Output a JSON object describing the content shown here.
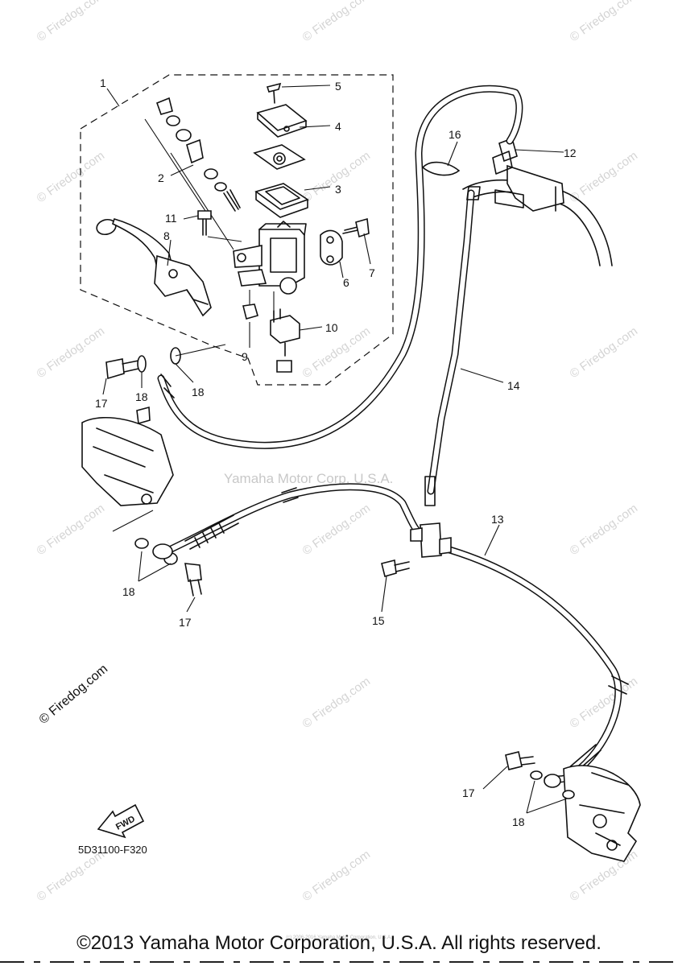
{
  "watermark": {
    "text": "© Firedog.com"
  },
  "center_watermark": "Yamaha Motor Corp. U.S.A.",
  "left_watermark": "© Firedog.com",
  "diagram_code": "5D31100-F320",
  "fwd_label": "FWD",
  "copyright": "©2013 Yamaha Motor Corporation, U.S.A. All rights reserved.",
  "tiny_note": "(c) 2006-2016 Yamaha Motor Corporation, U.S.A.",
  "callouts": [
    {
      "id": "c1",
      "text": "1"
    },
    {
      "id": "c2",
      "text": "2"
    },
    {
      "id": "c3",
      "text": "3"
    },
    {
      "id": "c4",
      "text": "4"
    },
    {
      "id": "c5",
      "text": "5"
    },
    {
      "id": "c6",
      "text": "6"
    },
    {
      "id": "c7",
      "text": "7"
    },
    {
      "id": "c8",
      "text": "8"
    },
    {
      "id": "c9",
      "text": "9"
    },
    {
      "id": "c10",
      "text": "10"
    },
    {
      "id": "c11",
      "text": "11"
    },
    {
      "id": "c12",
      "text": "12"
    },
    {
      "id": "c13",
      "text": "13"
    },
    {
      "id": "c14",
      "text": "14"
    },
    {
      "id": "c15",
      "text": "15"
    },
    {
      "id": "c16",
      "text": "16"
    },
    {
      "id": "c17a",
      "text": "17"
    },
    {
      "id": "c18a",
      "text": "18"
    },
    {
      "id": "c18b",
      "text": "18"
    },
    {
      "id": "c18c",
      "text": "18"
    },
    {
      "id": "c17b",
      "text": "17"
    },
    {
      "id": "c17c",
      "text": "17"
    },
    {
      "id": "c18d",
      "text": "18"
    }
  ]
}
